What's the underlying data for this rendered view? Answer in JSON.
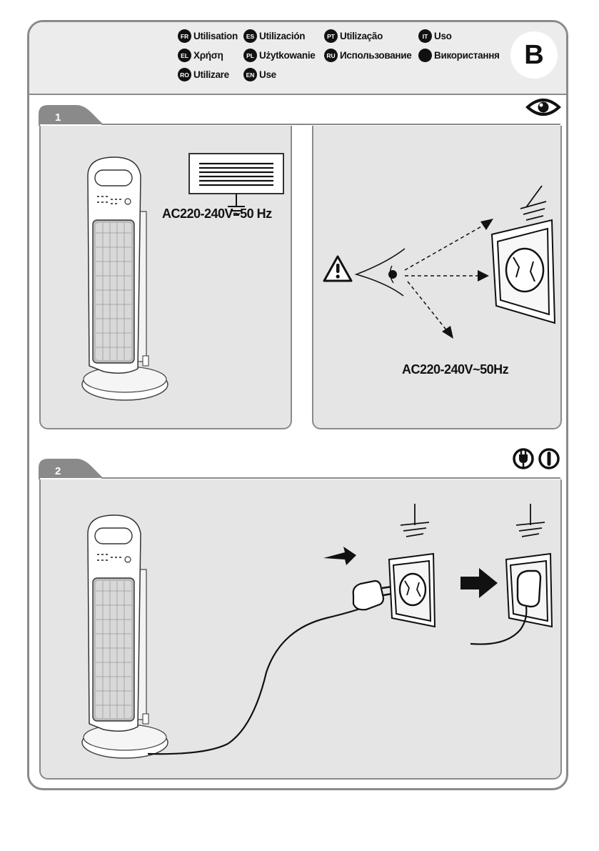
{
  "page": {
    "letter": "B"
  },
  "languages": [
    {
      "code": "FR",
      "label": "Utilisation"
    },
    {
      "code": "ES",
      "label": "Utilización"
    },
    {
      "code": "PT",
      "label": "Utilização"
    },
    {
      "code": "IT",
      "label": "Uso"
    },
    {
      "code": "EL",
      "label": "Χρήση"
    },
    {
      "code": "PL",
      "label": "Użytkowanie"
    },
    {
      "code": "RU",
      "label": "Использование"
    },
    {
      "code": "",
      "label": "Використання"
    },
    {
      "code": "RO",
      "label": "Utilizare"
    },
    {
      "code": "EN",
      "label": "Use"
    }
  ],
  "steps": [
    {
      "number": "1",
      "icons": [
        "eye-icon"
      ]
    },
    {
      "number": "2",
      "icons": [
        "plug-icon",
        "power-icon"
      ]
    }
  ],
  "voltage": {
    "label": "AC220-240V~50 Hz",
    "label_alt": "AC220-240V~50Hz"
  },
  "colors": {
    "panel": "#e5e5e5",
    "border": "#8a8a8a",
    "ink": "#111111"
  }
}
